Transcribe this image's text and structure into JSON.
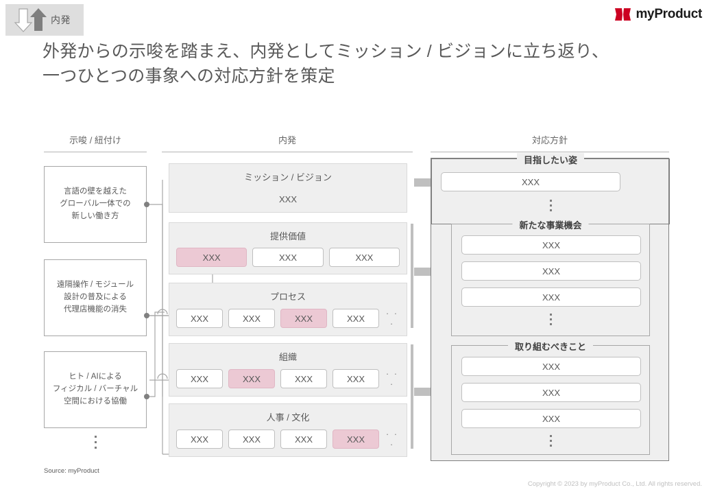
{
  "header": {
    "badge_label": "内発",
    "badge_down_icon": "arrow-down-icon",
    "badge_up_icon": "arrow-up-icon",
    "brand_name": "myProduct",
    "brand_mark_icon": "myproduct-logo-mark",
    "brand_color": "#cc0022"
  },
  "title": {
    "line1": "外発からの示唆を踏まえ、内発としてミッション / ビジョンに立ち返り、",
    "line2": "一つひとつの事象への対応方針を策定"
  },
  "columns": {
    "left_header": "示唆 / 紐付け",
    "middle_header": "内発",
    "right_header": "対応方針"
  },
  "left": {
    "boxes": [
      {
        "text": "言語の壁を越えた\nグローバル一体での\n新しい働き方"
      },
      {
        "text": "遠隔操作 / モジュール\n設計の普及による\n代理店機能の消失"
      },
      {
        "text": "ヒト / AIによる\nフィジカル / バーチャル\n空間における協働"
      }
    ],
    "more_indicator": "vertical-ellipsis"
  },
  "middle": {
    "mission": {
      "title": "ミッション / ビジョン",
      "value": "XXX"
    },
    "groups": [
      {
        "title": "提供価値",
        "chips": [
          {
            "label": "XXX",
            "highlighted": true
          },
          {
            "label": "XXX",
            "highlighted": false
          },
          {
            "label": "XXX",
            "highlighted": false
          }
        ],
        "ellipsis": false
      },
      {
        "title": "プロセス",
        "chips": [
          {
            "label": "XXX",
            "highlighted": false
          },
          {
            "label": "XXX",
            "highlighted": false
          },
          {
            "label": "XXX",
            "highlighted": true
          },
          {
            "label": "XXX",
            "highlighted": false
          }
        ],
        "ellipsis": true
      },
      {
        "title": "組織",
        "chips": [
          {
            "label": "XXX",
            "highlighted": false
          },
          {
            "label": "XXX",
            "highlighted": true
          },
          {
            "label": "XXX",
            "highlighted": false
          },
          {
            "label": "XXX",
            "highlighted": false
          }
        ],
        "ellipsis": true
      },
      {
        "title": "人事 / 文化",
        "chips": [
          {
            "label": "XXX",
            "highlighted": false
          },
          {
            "label": "XXX",
            "highlighted": false
          },
          {
            "label": "XXX",
            "highlighted": false
          },
          {
            "label": "XXX",
            "highlighted": true
          }
        ],
        "ellipsis": true
      }
    ],
    "ellipsis_glyph": "· · ·",
    "highlight_color": "#ecc9d4"
  },
  "right": {
    "groups": [
      {
        "title": "目指したい姿",
        "items": [
          "XXX"
        ],
        "more_indicator": "vertical-ellipsis"
      },
      {
        "title": "新たな事業機会",
        "items": [
          "XXX",
          "XXX",
          "XXX"
        ],
        "more_indicator": "vertical-ellipsis"
      },
      {
        "title": "取り組むべきこと",
        "items": [
          "XXX",
          "XXX",
          "XXX"
        ],
        "more_indicator": "vertical-ellipsis"
      }
    ]
  },
  "footer": {
    "source": "Source: myProduct",
    "copyright": "Copyright © 2023 by myProduct Co., Ltd.  All rights reserved."
  }
}
